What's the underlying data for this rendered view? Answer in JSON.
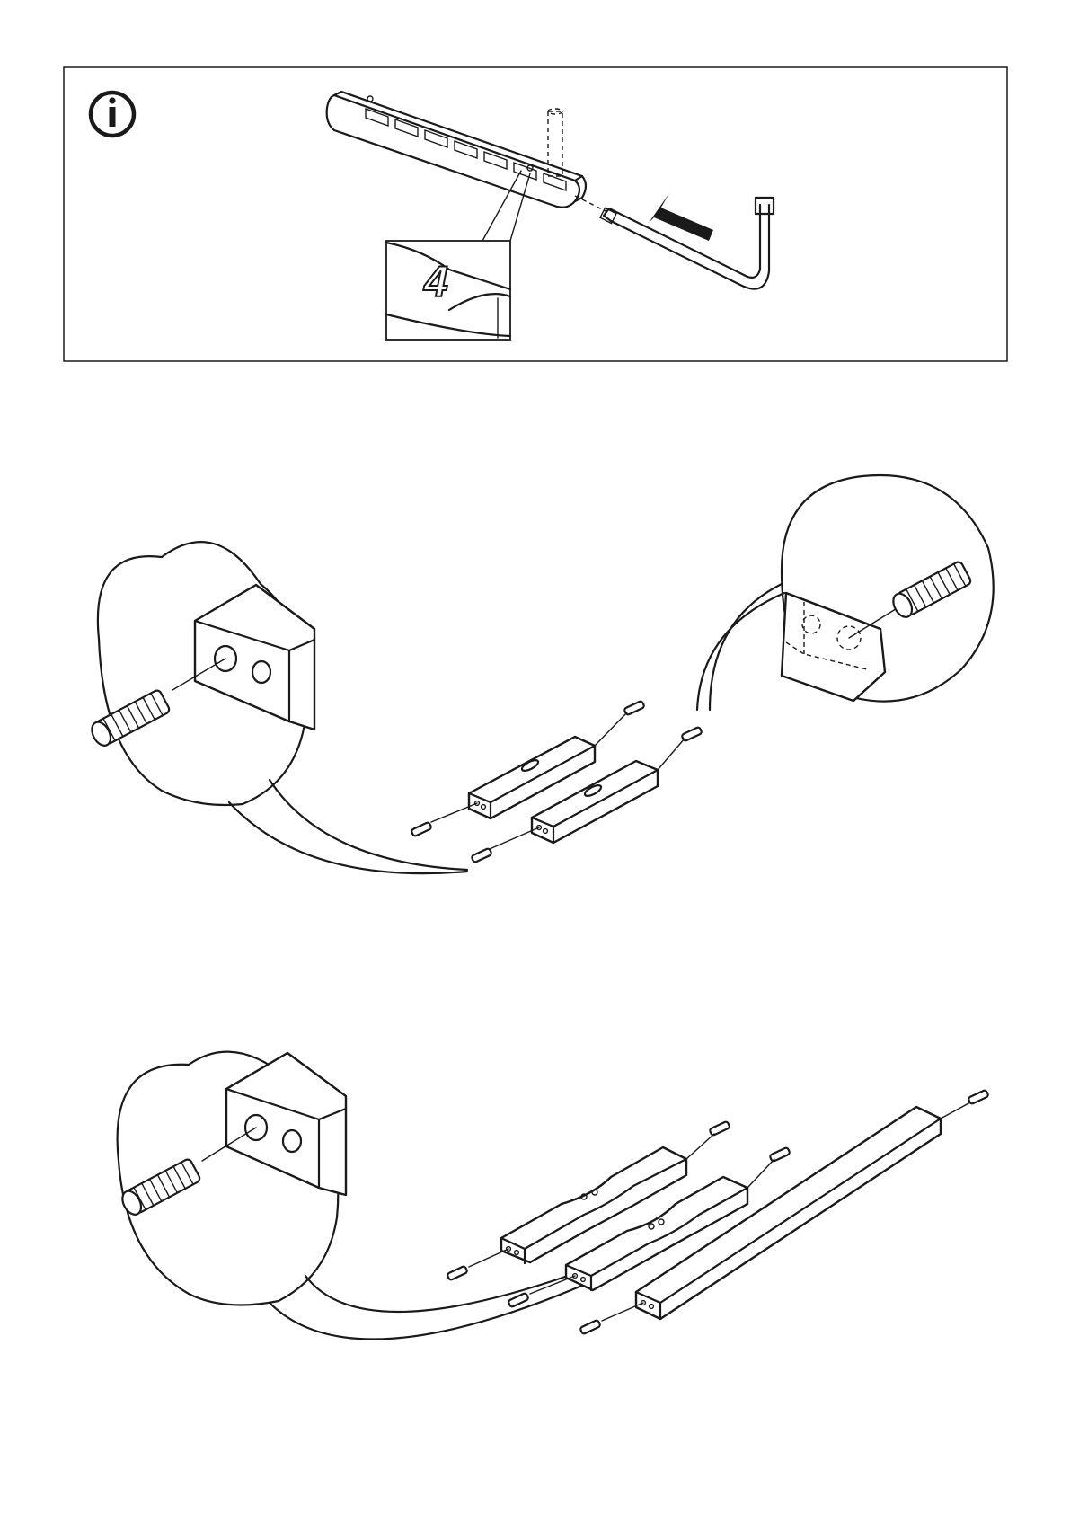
{
  "info_panel": {
    "icon": "info-icon",
    "zoom_digit": "4"
  },
  "steps": [
    {
      "icon": "dowel-icon",
      "dowel_count": 4
    },
    {
      "icon": "dowel-icon",
      "dowel_count": 6
    }
  ],
  "colors": {
    "line": "#1a1a1a",
    "paper": "#ffffff"
  }
}
